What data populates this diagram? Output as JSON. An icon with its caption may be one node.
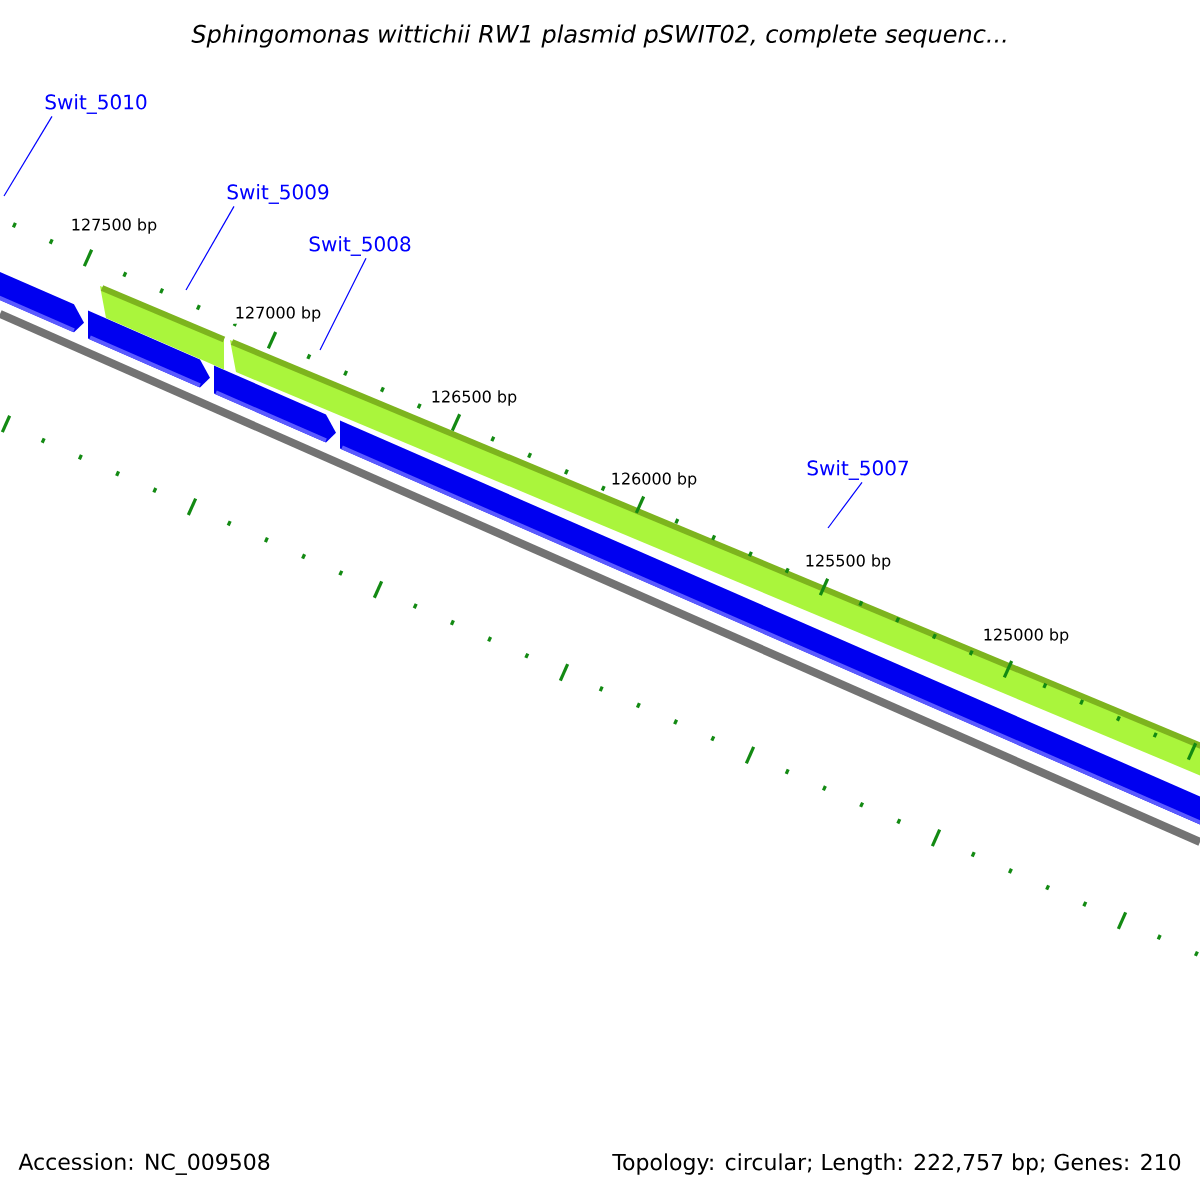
{
  "diagram": {
    "title": "Sphingomonas wittichii RW1 plasmid pSWIT02, complete sequenc...",
    "nodes": [
      {
        "text": [
          "Swit_5010"
        ]
      },
      {
        "text": [
          "Swit_5009"
        ]
      },
      {
        "text": [
          "Swit_5008"
        ]
      },
      {
        "text": [
          "Swit_5007"
        ]
      }
    ],
    "edges": [
      {
        "from": 0,
        "to": null,
        "arrow": "none"
      },
      {
        "from": 1,
        "to": null,
        "arrow": "none"
      },
      {
        "from": 2,
        "to": null,
        "arrow": "none"
      },
      {
        "from": 3,
        "to": null,
        "arrow": "none"
      }
    ],
    "labels": [
      "127500 bp",
      "127000 bp",
      "126500 bp",
      "126000 bp",
      "125500 bp",
      "125000 bp",
      "Accession: NC_009508",
      "Topology: circular; Length: 222,757 bp; Genes: 210"
    ]
  }
}
